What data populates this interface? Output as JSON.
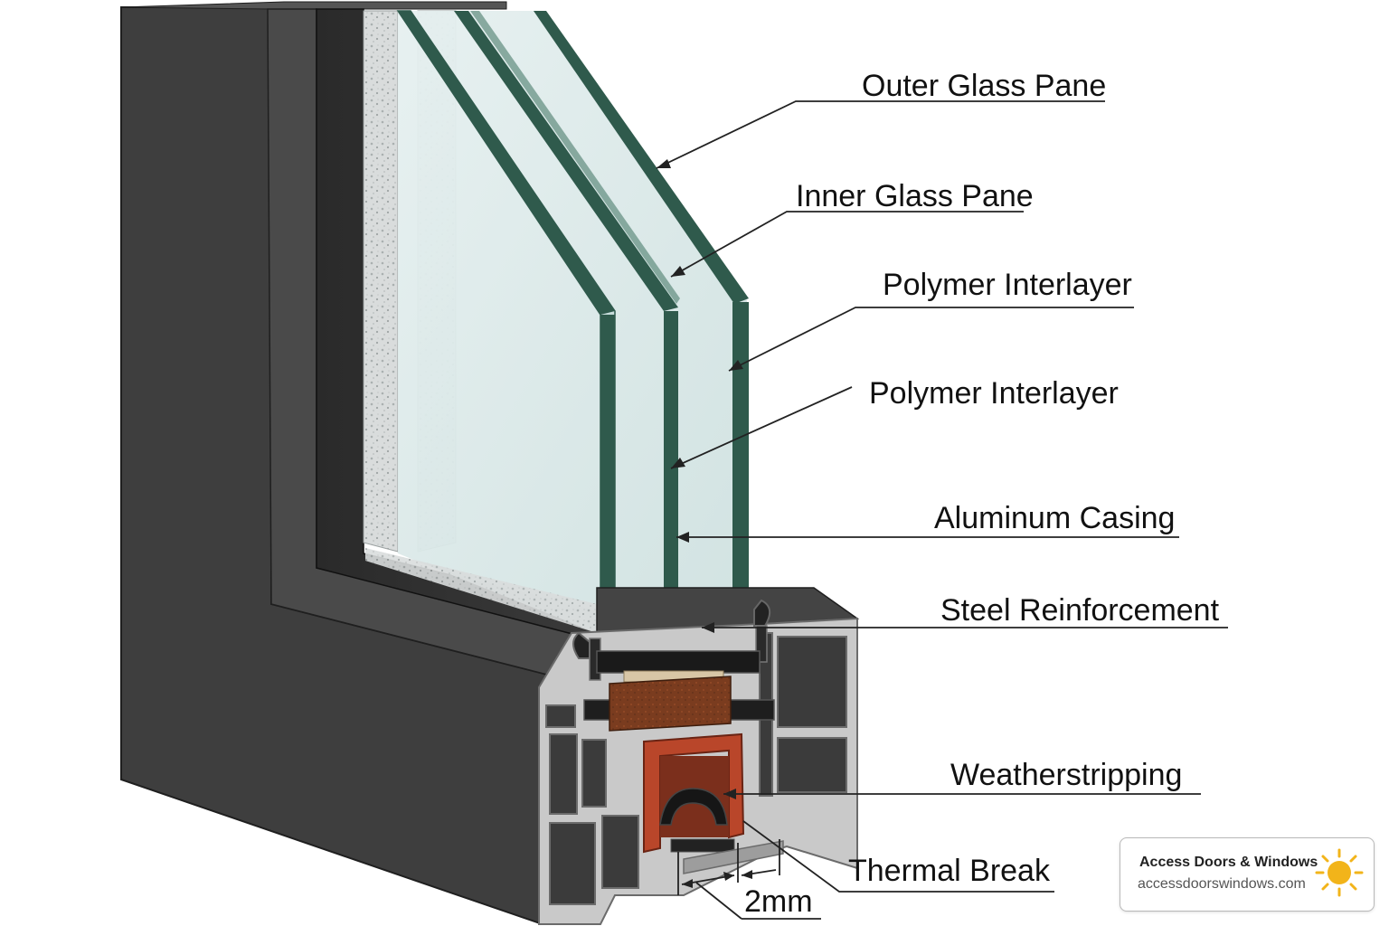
{
  "diagram": {
    "labels": [
      {
        "id": "outer-glass-pane",
        "text": "Outer Glass Pane"
      },
      {
        "id": "inner-glass-pane",
        "text": "Inner Glass Pane"
      },
      {
        "id": "polymer-interlayer-1",
        "text": "Polymer Interlayer"
      },
      {
        "id": "polymer-interlayer-2",
        "text": "Polymer Interlayer"
      },
      {
        "id": "aluminum-casing",
        "text": "Aluminum Casing"
      },
      {
        "id": "steel-reinforcement",
        "text": "Steel Reinforcement"
      },
      {
        "id": "weatherstripping",
        "text": "Weatherstripping"
      },
      {
        "id": "thermal-break",
        "text": "Thermal Break"
      }
    ],
    "dimension": {
      "text": "2mm"
    }
  },
  "badge": {
    "name": "Access Doors & Windows",
    "url": "accessdoorswindows.com",
    "icon": "sun-icon"
  },
  "colors": {
    "frame": "#3e3e3e",
    "glass_edge": "#2f5a4c",
    "glass_tint": "#dcebeb",
    "profile": "#c9c9c9",
    "steel": "#b9462a",
    "wood": "#7a3c1f",
    "sun": "#f2b41a"
  }
}
